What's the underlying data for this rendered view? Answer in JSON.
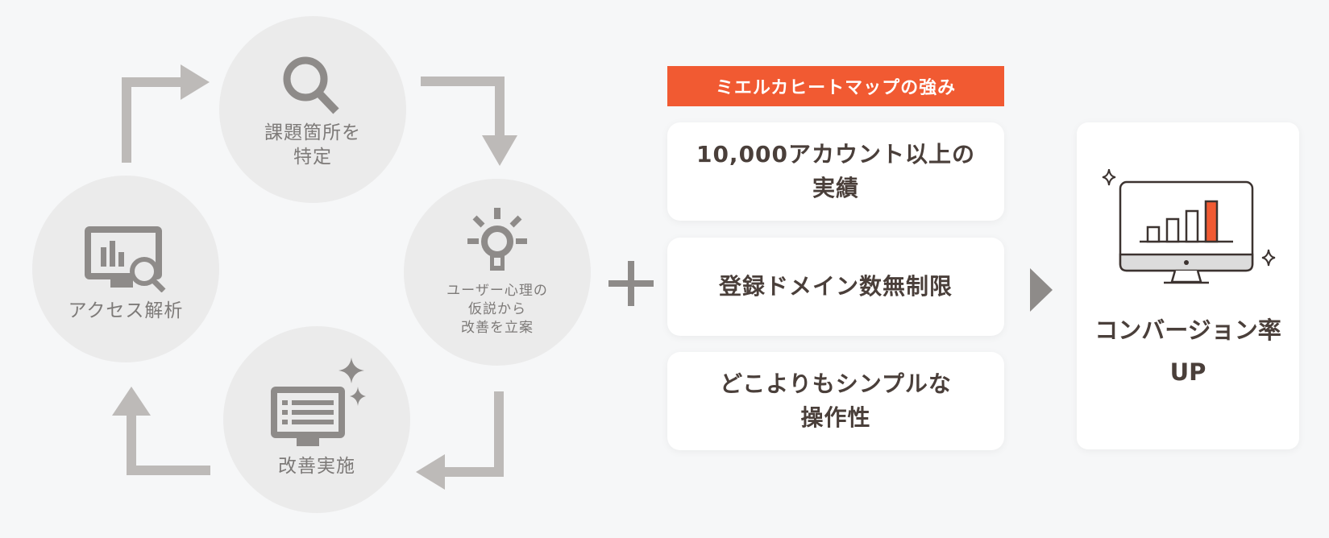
{
  "cycle": {
    "step_identify": "課題箇所を\n特定",
    "step_hypothesis": "ユーザー心理の\n仮説から\n改善を立案",
    "step_implement": "改善実施",
    "step_analyze": "アクセス解析"
  },
  "strengths": {
    "badge": "ミエルカヒートマップの強み",
    "items": [
      "10,000アカウント以上の\n実績",
      "登録ドメイン数無制限",
      "どこよりもシンプルな\n操作性"
    ]
  },
  "result": {
    "label": "コンバージョン率\nUP"
  },
  "colors": {
    "accent": "#f15a32",
    "circle": "#ebebeb",
    "icon": "#8e8b89",
    "arrow": "#bdbab8"
  }
}
